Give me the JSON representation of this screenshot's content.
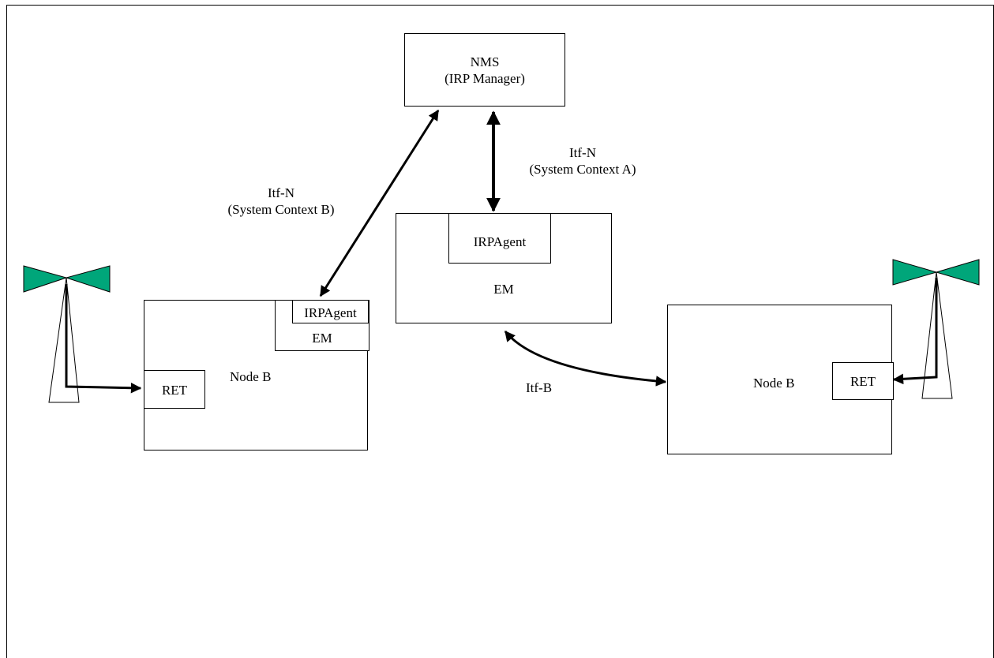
{
  "nms": {
    "title": "NMS",
    "subtitle": "(IRP Manager)"
  },
  "em_main": {
    "label": "EM",
    "agent": "IRPAgent"
  },
  "left_node": {
    "label": "Node B",
    "em": "EM",
    "agent": "IRPAgent",
    "ret": "RET"
  },
  "right_node": {
    "label": "Node B",
    "ret": "RET"
  },
  "links": {
    "itf_n_a": {
      "line1": "Itf-N",
      "line2": "(System Context A)"
    },
    "itf_n_b": {
      "line1": "Itf-N",
      "line2": "(System Context B)"
    },
    "itf_b": "Itf-B"
  },
  "colors": {
    "antenna_fill": "#00a67a",
    "line": "#000000"
  }
}
